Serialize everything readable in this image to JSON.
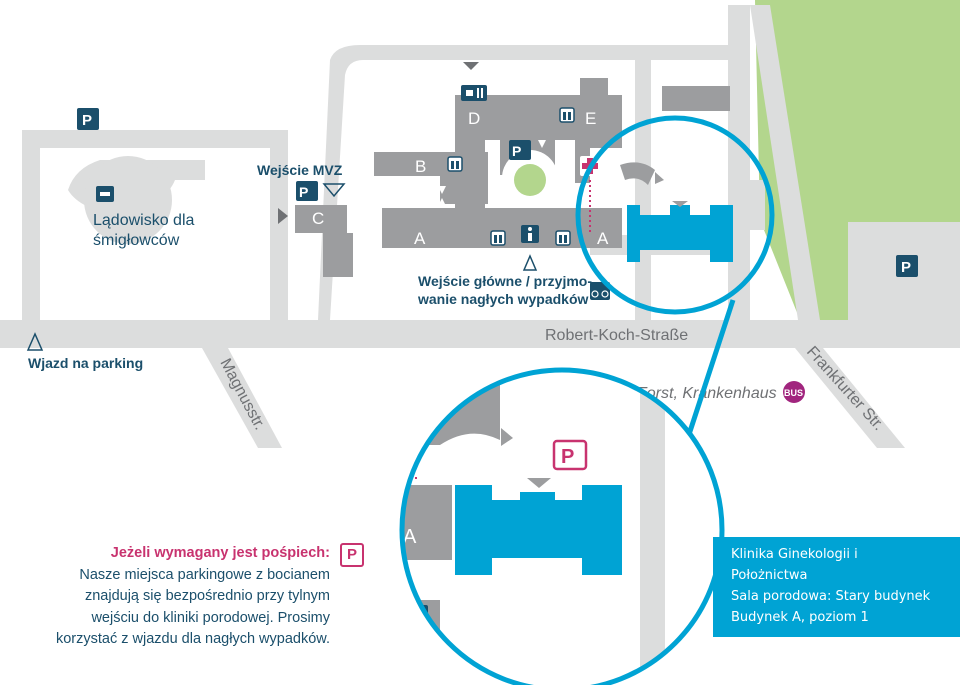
{
  "labels": {
    "helipad": [
      "Lądowisko dla",
      "śmigłowców"
    ],
    "mvz_entrance": "Wejście MVZ",
    "main_entrance": [
      "Wejście główne / przyjmo-",
      "wanie nagłych wypadków"
    ],
    "parking_entrance": "Wjazd na parking",
    "street_robert_koch": "Robert-Koch-Straße",
    "street_magnus": "Magnusstr.",
    "street_frankfurter": "Frankfurter Str.",
    "bus_stop": "Forst, Krankenhaus",
    "bus_badge": "BUS",
    "parking_symbol": "P",
    "buildings": {
      "A_left": "A",
      "A_right": "A",
      "A_zoom": "A",
      "B": "B",
      "C": "C",
      "D": "D",
      "E": "E"
    }
  },
  "note": {
    "heading": "Jeżeli wymagany jest pośpiech:",
    "body": "Nasze miejsca parkingowe z bocianem\nznajdują się bezpośrednio przy tylnym\nwejściu do kliniki porodowej. Prosimy\nkorzystać z wjazdu dla nagłych wypadków.",
    "parking_badge": "P"
  },
  "info": {
    "line1": "Klinika Ginekologii i",
    "line2": "Położnictwa",
    "line3": "Sala porodowa: Stary budynek",
    "line4": "Budynek A, poziom 1"
  },
  "colors": {
    "road": "#dcdddd",
    "building": "#9c9d9f",
    "highlight": "#00a3d4",
    "green": "#b3d68d",
    "navy": "#1b4f6b",
    "magenta": "#c8336f",
    "bus": "#a1257e"
  },
  "icons": [
    "parking-icon",
    "helipad-icon",
    "cafe-icon",
    "elevator-icon",
    "info-icon",
    "first-aid-icon",
    "bicycle-icon",
    "disabled-parking-icon",
    "stork-parking-icon",
    "entrance-arrow-icon",
    "bus-icon"
  ]
}
